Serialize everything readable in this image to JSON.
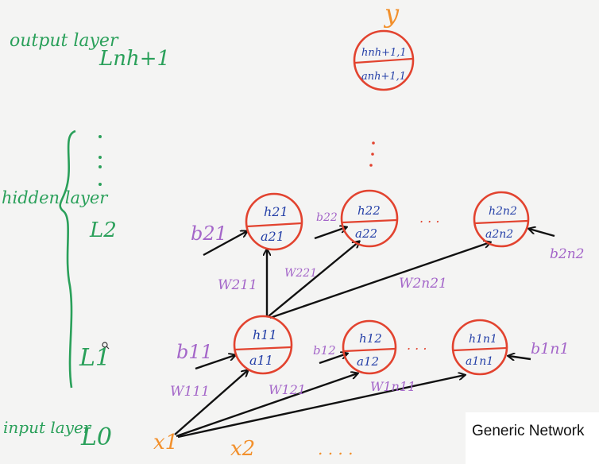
{
  "caption": "Generic Network",
  "output_label": "y",
  "inputs": [
    "x1",
    "x2",
    ". . . ."
  ],
  "layers": {
    "output": {
      "name": "output layer",
      "symbol": "Lnh+1"
    },
    "hidden": {
      "name": "hidden layer",
      "symbols": [
        "L2",
        "L1"
      ]
    },
    "input": {
      "name": "input layer",
      "symbol": "L0"
    }
  },
  "nodes": {
    "output": {
      "h": "hnh+1,1",
      "a": "anh+1,1"
    },
    "layer2": [
      {
        "h": "h21",
        "a": "a21"
      },
      {
        "h": "h22",
        "a": "a22"
      },
      {
        "h": "h2n2",
        "a": "a2n2"
      }
    ],
    "layer1": [
      {
        "h": "h11",
        "a": "a11"
      },
      {
        "h": "h12",
        "a": "a12"
      },
      {
        "h": "h1n1",
        "a": "a1n1"
      }
    ]
  },
  "biases": {
    "layer2": [
      "b21",
      "b22",
      "b2n2"
    ],
    "layer1": [
      "b11",
      "b12",
      "b1n1"
    ]
  },
  "weights": {
    "layer2": [
      "W211",
      "W221",
      "W2n21"
    ],
    "layer1": [
      "W111",
      "W121",
      "W1n11"
    ]
  },
  "ellipsis": ". . ."
}
